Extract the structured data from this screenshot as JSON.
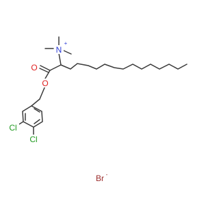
{
  "structure": {
    "atom_labels": {
      "nitrogen": "N",
      "nitrogen_charge": "+",
      "carbonyl_oxygen": "O",
      "ester_oxygen": "O",
      "chlorine_1": "Cl",
      "chlorine_2": "Cl",
      "bromide": "Br",
      "bromide_charge": "-"
    },
    "colors": {
      "bond": "#3a3a3a",
      "nitrogen": "#2b3bd6",
      "oxygen": "#e02020",
      "chlorine": "#1f9a1f",
      "bromide": "#9a2a2a",
      "background": "#ffffff"
    }
  }
}
